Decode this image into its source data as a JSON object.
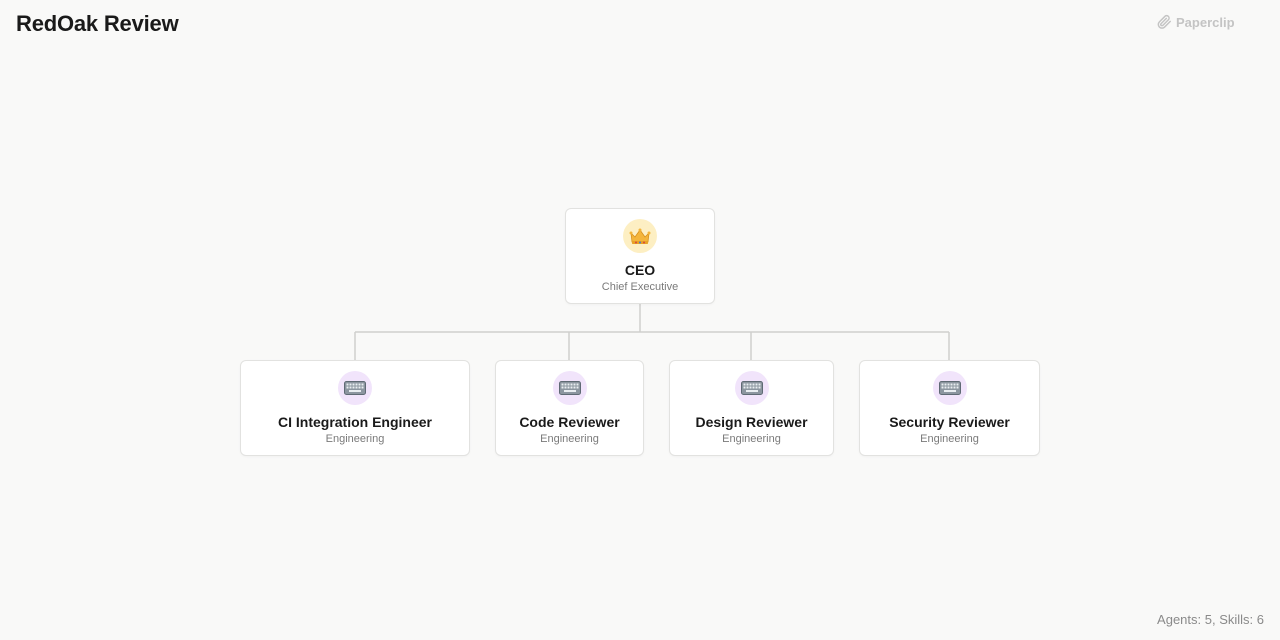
{
  "header": {
    "title": "RedOak Review",
    "brand": "Paperclip"
  },
  "org": {
    "root": {
      "name": "CEO",
      "role": "Chief Executive",
      "icon": "crown-icon",
      "avatar_color": "#fdefc3"
    },
    "reports": [
      {
        "name": "CI Integration Engineer",
        "role": "Engineering",
        "icon": "keyboard-icon",
        "avatar_color": "#f1e4fb"
      },
      {
        "name": "Code Reviewer",
        "role": "Engineering",
        "icon": "keyboard-icon",
        "avatar_color": "#f1e4fb"
      },
      {
        "name": "Design Reviewer",
        "role": "Engineering",
        "icon": "keyboard-icon",
        "avatar_color": "#f1e4fb"
      },
      {
        "name": "Security Reviewer",
        "role": "Engineering",
        "icon": "keyboard-icon",
        "avatar_color": "#f1e4fb"
      }
    ]
  },
  "footer": {
    "stats": "Agents: 5, Skills: 6"
  },
  "colors": {
    "connector": "#cfcfcd",
    "background": "#f9f9f8",
    "card_border": "#e2e2e0"
  }
}
